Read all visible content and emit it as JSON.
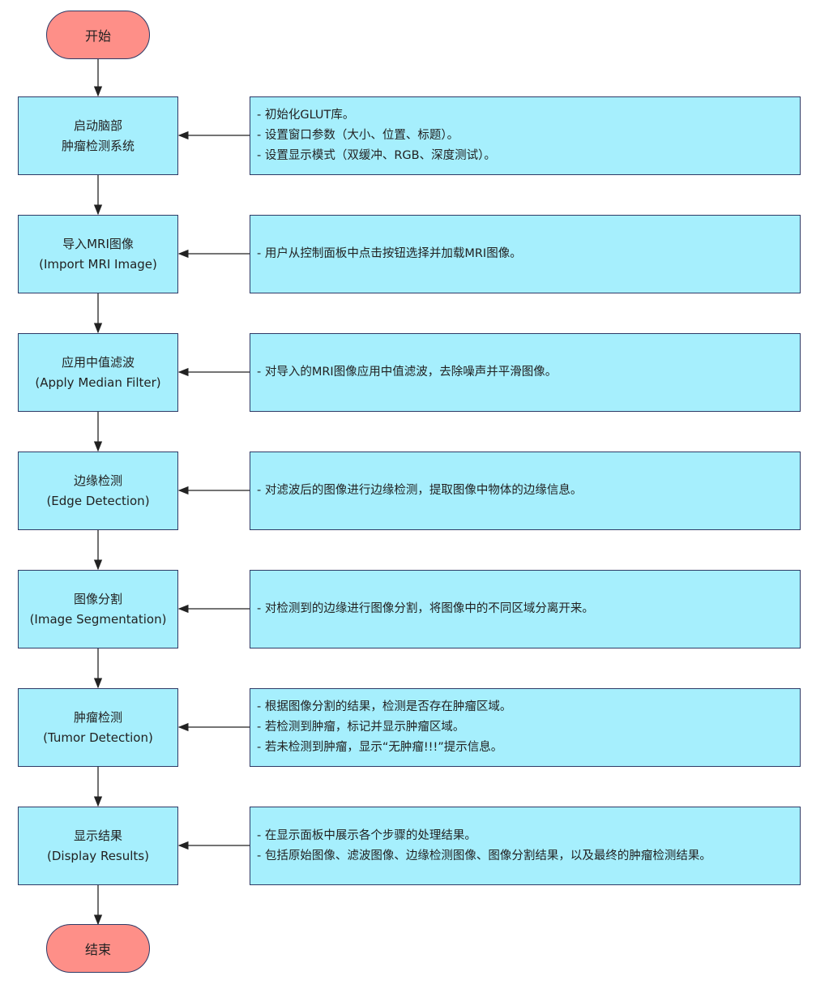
{
  "start": "开始",
  "end": "结束",
  "steps": [
    {
      "title": "启动脑部",
      "subtitle": "肿瘤检测系统",
      "notes": [
        "- 初始化GLUT库。",
        "- 设置窗口参数（大小、位置、标题）。",
        "- 设置显示模式（双缓冲、RGB、深度测试）。"
      ]
    },
    {
      "title": "导入MRI图像",
      "subtitle": "(Import MRI Image)",
      "notes": [
        "- 用户从控制面板中点击按钮选择并加载MRI图像。"
      ]
    },
    {
      "title": "应用中值滤波",
      "subtitle": "(Apply Median Filter)",
      "notes": [
        "- 对导入的MRI图像应用中值滤波，去除噪声并平滑图像。"
      ]
    },
    {
      "title": "边缘检测",
      "subtitle": "(Edge Detection)",
      "notes": [
        "- 对滤波后的图像进行边缘检测，提取图像中物体的边缘信息。"
      ]
    },
    {
      "title": "图像分割",
      "subtitle": "(Image Segmentation)",
      "notes": [
        "- 对检测到的边缘进行图像分割，将图像中的不同区域分离开来。"
      ]
    },
    {
      "title": "肿瘤检测",
      "subtitle": "(Tumor Detection)",
      "notes": [
        "- 根据图像分割的结果，检测是否存在肿瘤区域。",
        "- 若检测到肿瘤，标记并显示肿瘤区域。",
        "- 若未检测到肿瘤，显示“无肿瘤!!!”提示信息。"
      ]
    },
    {
      "title": "显示结果",
      "subtitle": "(Display Results)",
      "notes": [
        "- 在显示面板中展示各个步骤的处理结果。",
        "- 包括原始图像、滤波图像、边缘检测图像、图像分割结果，以及最终的肿瘤检测结果。"
      ]
    }
  ]
}
